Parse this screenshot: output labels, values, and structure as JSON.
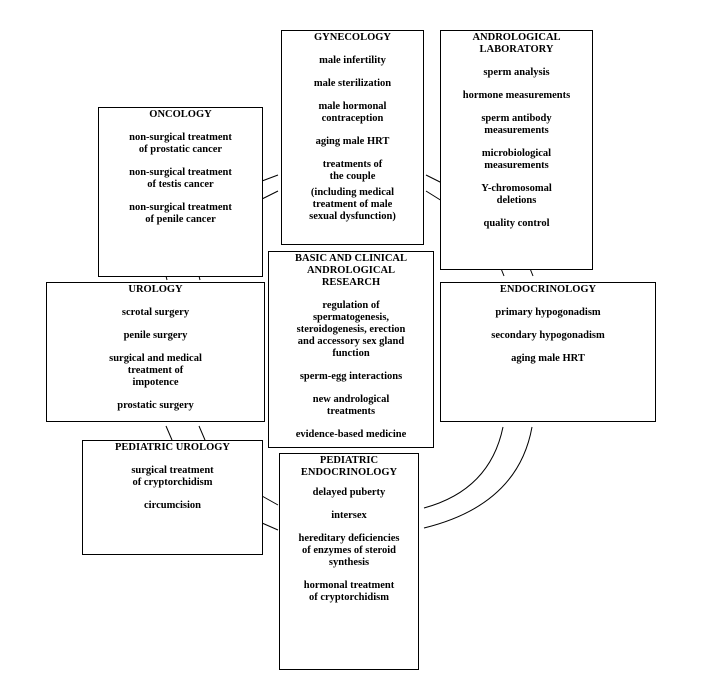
{
  "boxes": {
    "gynecology": {
      "title": "GYNECOLOGY",
      "items": [
        "male infertility",
        "male sterilization",
        "male hormonal\ncontraception",
        "aging male HRT",
        "treatments of\nthe couple",
        "(including medical\ntreatment of male\nsexual dysfunction)"
      ]
    },
    "andro_lab": {
      "title": "ANDROLOGICAL\nLABORATORY",
      "items": [
        "sperm analysis",
        "hormone measurements",
        "sperm antibody\nmeasurements",
        "microbiological\nmeasurements",
        "Y-chromosomal\ndeletions",
        "quality control"
      ]
    },
    "oncology": {
      "title": "ONCOLOGY",
      "items": [
        "non-surgical treatment\nof prostatic cancer",
        "non-surgical treatment\nof testis cancer",
        "non-surgical treatment\nof penile cancer"
      ]
    },
    "urology": {
      "title": "UROLOGY",
      "items": [
        "scrotal surgery",
        "penile surgery",
        "surgical and medical\ntreatment of\nimpotence",
        "prostatic surgery"
      ]
    },
    "research": {
      "title": "BASIC AND CLINICAL\nANDROLOGICAL\nRESEARCH",
      "items": [
        "regulation of\nspermatogenesis,\nsteroidogenesis, erection\nand accessory sex gland\nfunction",
        "sperm-egg interactions",
        "new andrological\ntreatments",
        "evidence-based medicine"
      ]
    },
    "endocrinology": {
      "title": "ENDOCRINOLOGY",
      "items": [
        "primary hypogonadism",
        "secondary hypogonadism",
        "aging male HRT"
      ]
    },
    "ped_urology": {
      "title": "PEDIATRIC UROLOGY",
      "items": [
        "surgical treatment\nof cryptorchidism",
        "circumcision"
      ]
    },
    "ped_endo": {
      "title": "PEDIATRIC\nENDOCRINOLOGY",
      "items": [
        "delayed puberty",
        "intersex",
        "hereditary deficiencies\nof enzymes of steroid\nsynthesis",
        "hormonal treatment\nof cryptorchidism"
      ]
    }
  }
}
